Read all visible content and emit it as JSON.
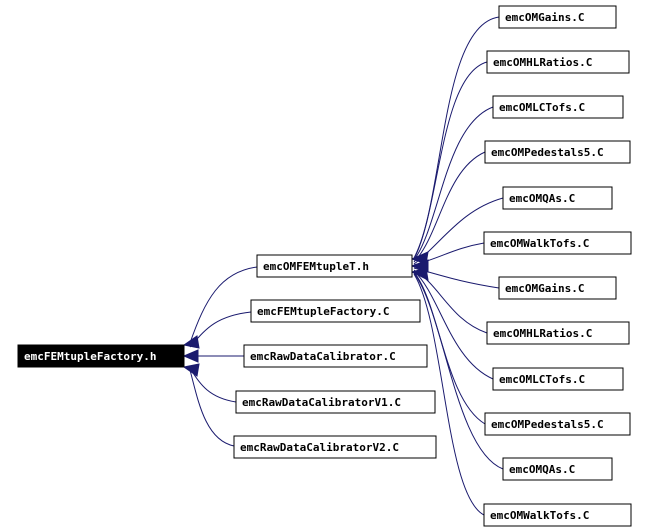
{
  "diagram": {
    "root": "emcFEMtupleFactory.h",
    "mid": [
      "emcOMFEMtupleT.h",
      "emcFEMtupleFactory.C",
      "emcRawDataCalibrator.C",
      "emcRawDataCalibratorV1.C",
      "emcRawDataCalibratorV2.C"
    ],
    "right": [
      "emcOMGains.C",
      "emcOMHLRatios.C",
      "emcOMLCTofs.C",
      "emcOMPedestals5.C",
      "emcOMQAs.C",
      "emcOMWalkTofs.C",
      "emcOMGains.C",
      "emcOMHLRatios.C",
      "emcOMLCTofs.C",
      "emcOMPedestals5.C",
      "emcOMQAs.C",
      "emcOMWalkTofs.C"
    ],
    "colors": {
      "edge": "#1a1a6e",
      "root_fill": "#000000",
      "node_border": "#000000"
    }
  }
}
